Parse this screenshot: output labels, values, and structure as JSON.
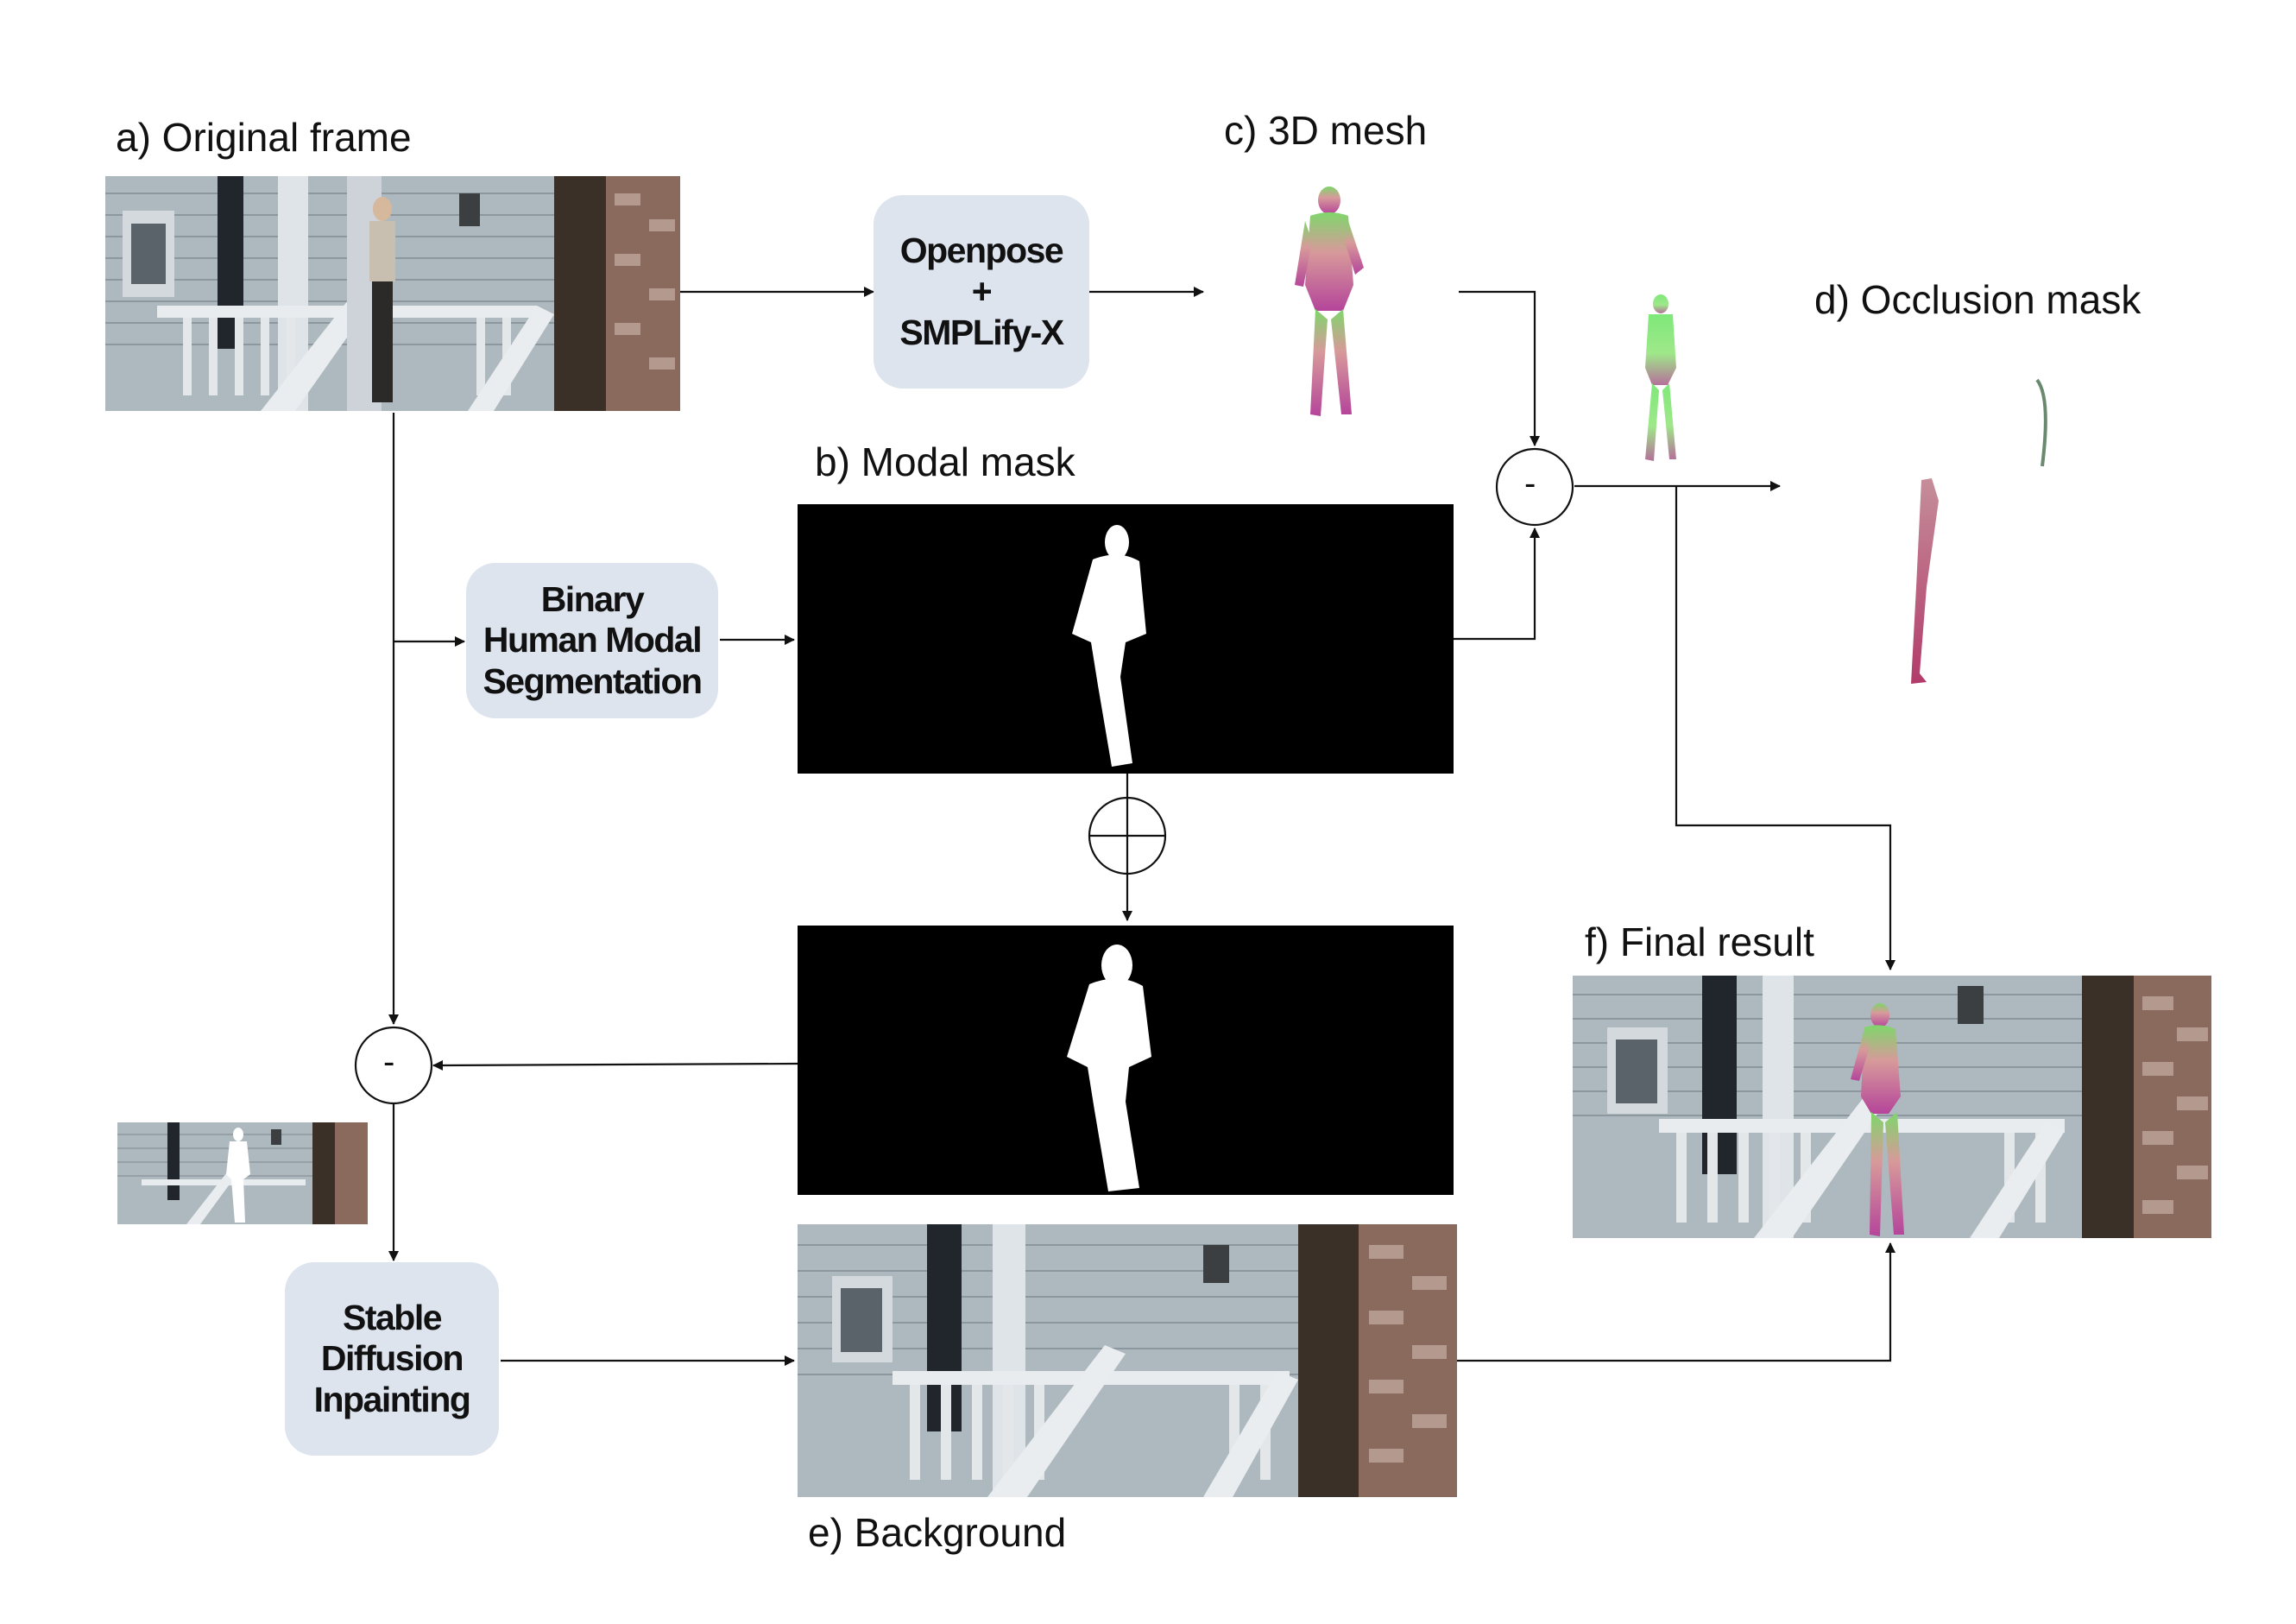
{
  "labels": {
    "original_frame": "a) Original frame",
    "modal_mask": "b) Modal mask",
    "mesh_3d": "c) 3D mesh",
    "occlusion_mask": "d) Occlusion mask",
    "background": "e) Background",
    "final_result": "f) Final result"
  },
  "boxes": {
    "openpose": [
      "Openpose",
      "+",
      "SMPLify-X"
    ],
    "segmentation": [
      "Binary",
      "Human Modal",
      "Segmentation"
    ],
    "inpainting": [
      "Stable",
      "Diffusion",
      "Inpainting"
    ]
  },
  "operators": {
    "subtract": "-",
    "union_icon": "circle-plus-icon"
  },
  "colors": {
    "box_fill": "#dde4ee",
    "wire": "#111111",
    "mask_bg": "#000000",
    "mesh_gradient": [
      "#7fd66b",
      "#d79a9a",
      "#b5459a"
    ]
  }
}
